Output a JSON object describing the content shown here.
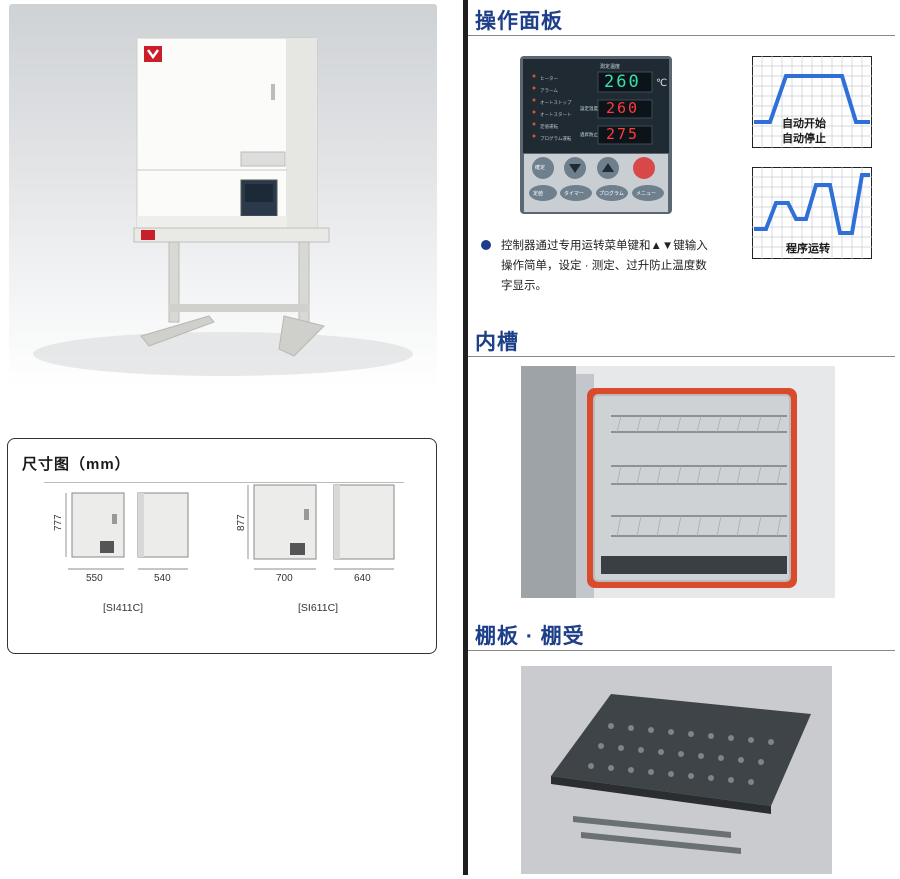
{
  "dimensions": {
    "title": "尺寸图（mm）",
    "si411c": {
      "model": "[SI411C]",
      "width": "550",
      "depth": "540",
      "height": "777"
    },
    "si611c": {
      "model": "[SI611C]",
      "width": "700",
      "depth": "640",
      "height": "877"
    }
  },
  "operation_panel": {
    "title": "操作面板",
    "display_header": "測定温度",
    "indicators": [
      "ヒーター",
      "アラーム",
      "オートストップ",
      "オートスタート",
      "定値運転",
      "プログラム運転"
    ],
    "unit": "℃",
    "display_top": "260",
    "display_mid_label": "設定温度",
    "display_mid": "260",
    "display_bot_label": "過昇防止",
    "display_bot": "275",
    "buttons": [
      "確定",
      "定値",
      "タイマー",
      "プログラム",
      "メニュー"
    ],
    "description": "控制器通过专用运转菜单键和▲▼键输入操作简单，设定 · 测定、过升防止温度数字显示。"
  },
  "auto_graph": {
    "line1": "自动开始",
    "line2": "自动停止"
  },
  "program_graph": {
    "label": "程序运转"
  },
  "chamber": {
    "title": "内槽"
  },
  "shelf": {
    "title": "棚板 · 棚受"
  },
  "colors": {
    "accent_blue": "#1d3f8a",
    "graph_blue": "#2f6fd8",
    "door_red": "#d94b2a"
  }
}
